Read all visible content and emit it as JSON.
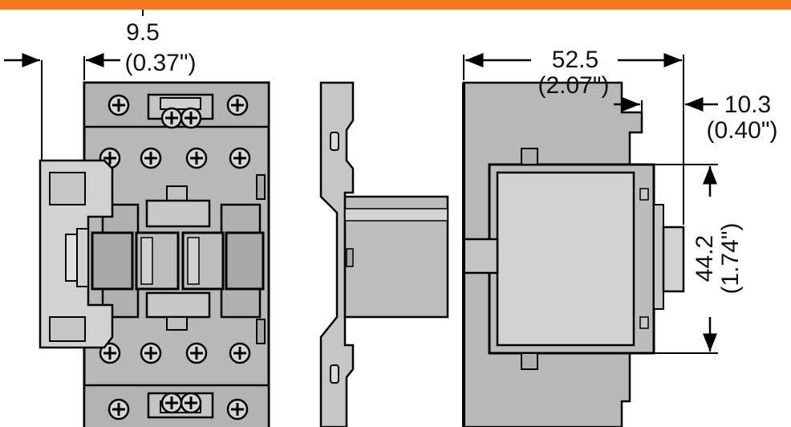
{
  "drawing": {
    "front_view": {},
    "side_view": {}
  },
  "dimensions": {
    "width_offset": {
      "mm": "9.5",
      "inch": "(0.37\")"
    },
    "depth": {
      "mm": "52.5",
      "inch": "(2.07\")"
    },
    "rear_offset": {
      "mm": "10.3",
      "inch": "(0.40\")"
    },
    "height": {
      "mm": "44.2",
      "inch": "(1.74\")"
    }
  },
  "colors": {
    "accent_bar": "#f47a20",
    "body_gray": "#b8b8b8",
    "light_gray": "#d2d2d2",
    "outline": "#000000"
  }
}
